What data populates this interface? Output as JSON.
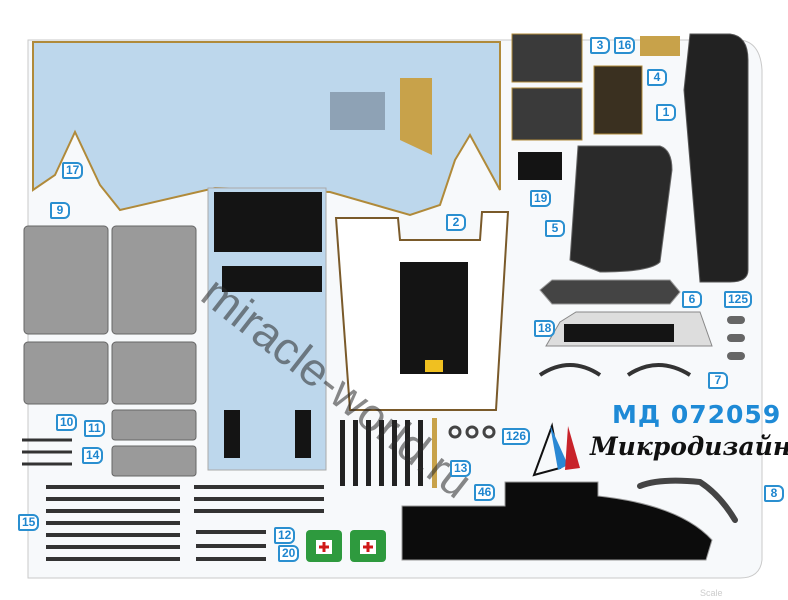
{
  "product": {
    "code": "МД 072059",
    "brand": "Микродизайн",
    "watermark": "miracle-world.ru",
    "corner_watermark": "Scale"
  },
  "part_labels": [
    "3",
    "16",
    "4",
    "1",
    "17",
    "9",
    "2",
    "19",
    "5",
    "6",
    "125",
    "18",
    "7",
    "10",
    "11",
    "14",
    "126",
    "13",
    "46",
    "8",
    "15",
    "12",
    "20"
  ],
  "colors": {
    "sheet_blue": "#bdd7ec",
    "label_blue": "#1f86cf",
    "brass": "#c8a24a",
    "panel_black": "#141414",
    "medical_green": "#2e9a3e"
  }
}
